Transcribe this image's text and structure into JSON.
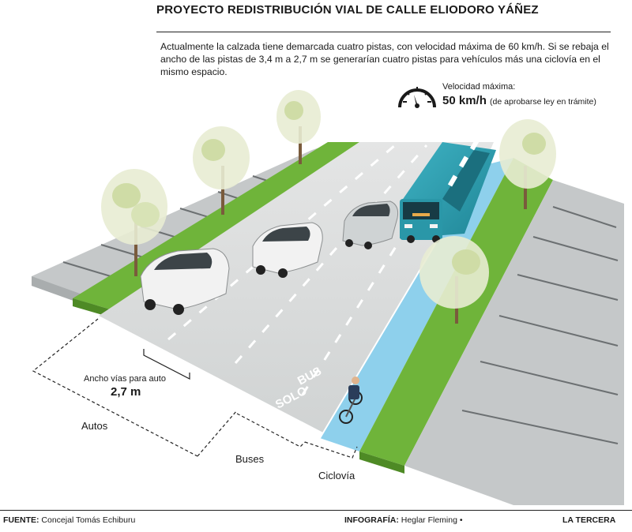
{
  "header": {
    "title": "PROYECTO REDISTRIBUCIÓN VIAL DE CALLE ELIODORO YÁÑEZ",
    "intro": "Actualmente la calzada tiene demarcada cuatro pistas, con velocidad máxima de 60 km/h. Si se rebaja el ancho de las pistas de 3,4 m a 2,7 m se generarían cuatro pistas para vehículos más una ciclovía en el mismo espacio."
  },
  "speed": {
    "label": "Velocidad máxima:",
    "value": "50 km/h",
    "note": "(de aprobarse ley en trámite)",
    "icon": "speedometer-icon"
  },
  "scene": {
    "bus_marking_1": "BUS",
    "bus_marking_2": "SOLO",
    "lane_width_label": "Ancho vías para auto",
    "lane_width_value": "2,7 m",
    "label_autos": "Autos",
    "label_buses": "Buses",
    "label_ciclovia": "Ciclovía"
  },
  "footer": {
    "source_label": "FUENTE:",
    "source": "Concejal Tomás Echiburu",
    "credit_label": "INFOGRAFÍA:",
    "credit": "Heglar Fleming •",
    "brand": "LA TERCERA"
  },
  "colors": {
    "road": "#d6d8d8",
    "sidewalk": "#c9cccd",
    "grass": "#6fb43a",
    "bike_lane": "#8ed0ec",
    "bus": "#2a97a8"
  }
}
